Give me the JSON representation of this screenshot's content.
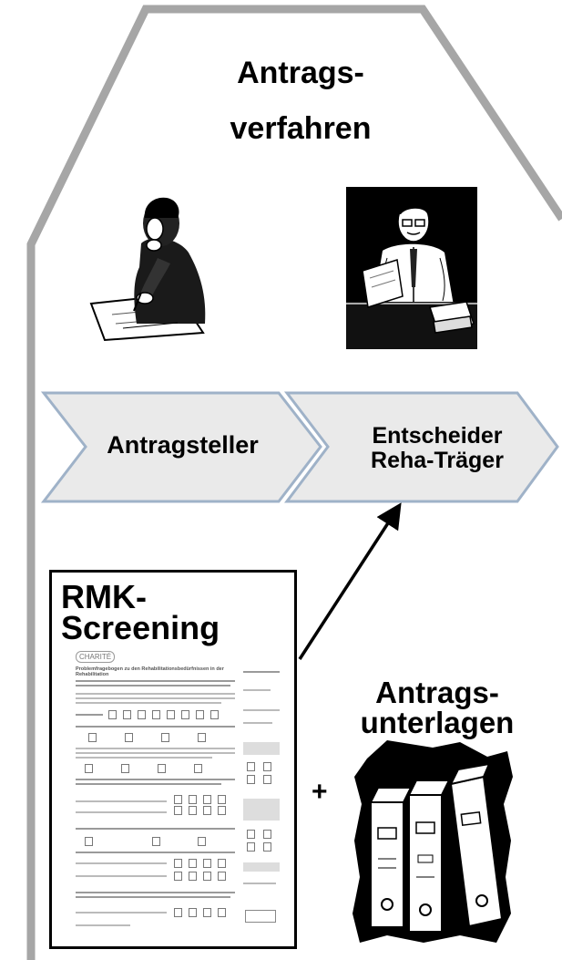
{
  "title": {
    "line1": "Antrags-",
    "line2": "verfahren"
  },
  "process": {
    "step1": "Antragsteller",
    "step2_line1": "Entscheider",
    "step2_line2": "Reha-Träger"
  },
  "screening": {
    "title_line1": "RMK-",
    "title_line2": "Screening",
    "form_header": "CHARITÉ",
    "form_heading": "Problemfragebogen zu den Rehabilitationsbedürfnissen in der Rehabilitation"
  },
  "documents": {
    "label_line1": "Antrags-",
    "label_line2": "unterlagen",
    "plus": "+"
  },
  "colors": {
    "roof_outline": "#a6a6a6",
    "chevron_fill": "#eaeaea",
    "chevron_stroke": "#9fb2c8",
    "text": "#000000"
  },
  "icons": {
    "applicant": "person-writing-icon",
    "decider": "person-at-desk-icon",
    "binders": "binders-icon",
    "arrow": "arrow-up-right-icon"
  }
}
